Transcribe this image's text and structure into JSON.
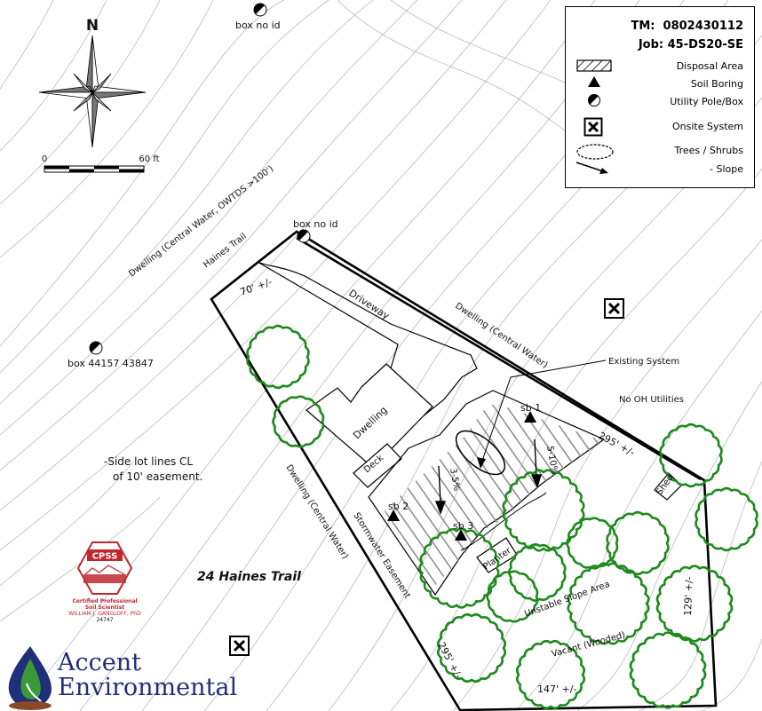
{
  "header": {
    "tm_label": "TM:",
    "tm_value": "0802430112",
    "job_label": "Job:",
    "job_value": "45-DS20-SE"
  },
  "legend": {
    "items": [
      {
        "label": "Disposal Area",
        "icon": "hatched-rect-icon"
      },
      {
        "label": "Soil Boring",
        "icon": "triangle-icon"
      },
      {
        "label": "Utility Pole/Box",
        "icon": "half-circle-icon"
      },
      {
        "label": "Onsite System",
        "icon": "x-box-icon"
      },
      {
        "label": "Trees / Shrubs",
        "icon": "scalloped-ellipse-icon"
      },
      {
        "label": "- Slope",
        "icon": "arrow-icon"
      }
    ]
  },
  "north": {
    "label": "N"
  },
  "scale": {
    "start": "0",
    "end": "60 ft"
  },
  "labels": {
    "box_top": "box no id",
    "box_mid": "box no id",
    "box_left": "box 44157 43847",
    "dwelling_nw": "Dwelling (Central Water, OWTDS >100')",
    "haines_trail": "Haines Trail",
    "front_70": "70' +/-",
    "driveway": "Driveway",
    "dwelling_ne": "Dwelling (Central Water)",
    "existing_system": "Existing System",
    "no_oh_utilities": "No OH Utilities",
    "dwelling_house": "Dwelling",
    "deck": "Deck",
    "sb1": "sb 1",
    "sb2": "sb 2",
    "sb3": "sb 3",
    "slope_a": "3-5%",
    "slope_b": "5-10%",
    "dim_295_top": "295' +/-",
    "shed": "Shed",
    "planter": "Planter",
    "dwelling_sw": "Dwelling (Central Water)",
    "stormwater": "Stormwater Easement",
    "side_note_1": "-Side lot lines CL",
    "side_note_2": "of 10' easement.",
    "address": "24 Haines Trail",
    "unstable": "Unstable Slope Area",
    "vacant": "Vacant (Wooded)",
    "dim_129": "129' +/-",
    "dim_147": "147' +/-",
    "dim_295_left": "295' +/-"
  },
  "seal": {
    "abbrev": "CPSS",
    "line1": "Certified Professional",
    "line2": "Soil Scientist",
    "name": "WILLIAM J. GANGLOFF, PhD",
    "number": "24747"
  },
  "logo": {
    "line1": "Accent",
    "line2": "Environmental"
  },
  "colors": {
    "tree": "#1e8a1e",
    "logo_blue": "#1f2f7a",
    "logo_green": "#3a9a3a",
    "seal_red": "#c0282e",
    "hatch": "#888888"
  }
}
